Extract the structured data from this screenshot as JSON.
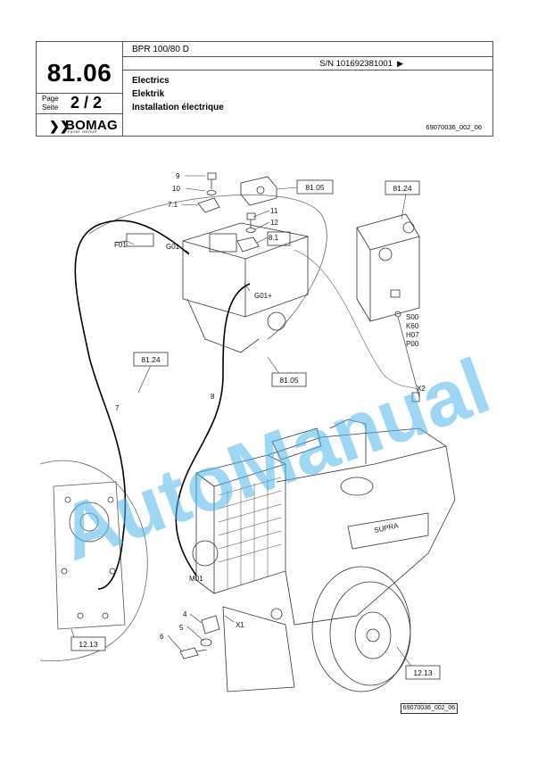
{
  "header": {
    "section_number": "81.06",
    "model": "BPR 100/80 D",
    "serial": "S/N 101692381001",
    "serial_arrow": "▶",
    "page_label_1": "Page",
    "page_label_2": "Seite",
    "page_value": "2 / 2",
    "title_en": "Electrics",
    "title_de": "Elektrik",
    "title_fr": "Installation électrique",
    "doc_ref": "69070036_002_06",
    "logo_brand": "BOMAG",
    "logo_sub": "FAYAT GROUP"
  },
  "callouts": {
    "n9": "9",
    "n10": "10",
    "n71": "7.1",
    "n11": "11",
    "n12": "12",
    "n81": "8.1",
    "f01": "F01",
    "g01m": "G01-",
    "g01p": "G01+",
    "n7": "7",
    "n8": "8",
    "m01": "M01",
    "x1": "X1",
    "x2": "X2",
    "n4": "4",
    "n5": "5",
    "n6": "6",
    "s00": "S00",
    "k60": "K60",
    "h07": "H07",
    "p00": "P00",
    "brand_plate": "SUPRA"
  },
  "ref_boxes": {
    "r8105a": "81.05",
    "r8124a": "81.24",
    "r8124b": "81.24",
    "r8105b": "81.05",
    "r1213a": "12.13",
    "r1213b": "12.13"
  },
  "watermark": "AutoManual",
  "footer_ref": "69070036_002_06",
  "colors": {
    "watermark": "#4fb7ea",
    "line": "#222222"
  }
}
